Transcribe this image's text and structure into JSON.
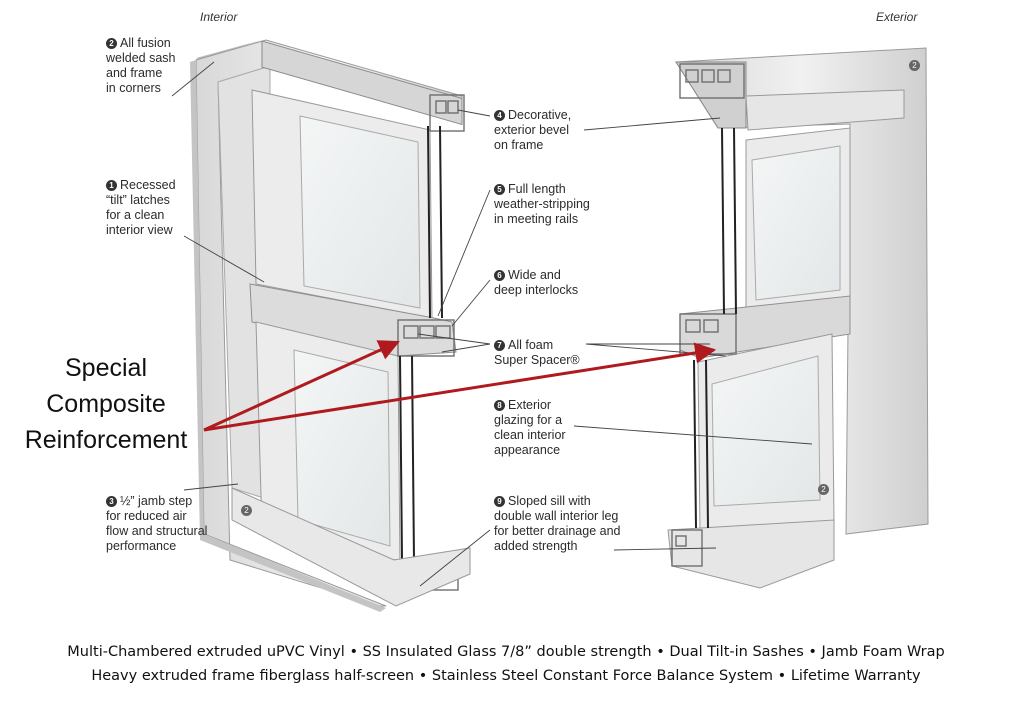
{
  "headers": {
    "interior": "Interior",
    "exterior": "Exterior"
  },
  "labels": [
    {
      "id": "2",
      "lines": [
        "All fusion",
        "welded sash",
        "and frame",
        "in corners"
      ]
    },
    {
      "id": "1",
      "lines": [
        "Recessed",
        "“tilt” latches",
        "for a clean",
        "interior view"
      ]
    },
    {
      "id": "3",
      "lines": [
        "½” jamb step",
        "for reduced air",
        "flow and structural",
        "performance"
      ]
    },
    {
      "id": "4",
      "lines": [
        "Decorative,",
        "exterior bevel",
        "on frame"
      ]
    },
    {
      "id": "5",
      "lines": [
        "Full length",
        "weather-stripping",
        "in meeting rails"
      ]
    },
    {
      "id": "6",
      "lines": [
        "Wide and",
        "deep interlocks"
      ]
    },
    {
      "id": "7",
      "lines": [
        "All foam",
        "Super Spacer®"
      ]
    },
    {
      "id": "8",
      "lines": [
        "Exterior",
        "glazing for a",
        "clean interior",
        "appearance"
      ]
    },
    {
      "id": "9",
      "lines": [
        "Sloped sill with",
        "double wall interior leg",
        "for better drainage and",
        "added strength"
      ]
    }
  ],
  "frame_badges": [
    "2",
    "2",
    "2"
  ],
  "callout": {
    "lines": [
      "Special",
      "Composite",
      "Reinforcement"
    ],
    "arrow_color": "#b0191e"
  },
  "footer": {
    "line1": "Multi-Chambered extruded uPVC Vinyl • SS Insulated Glass 7/8” double strength • Dual Tilt-in Sashes • Jamb Foam Wrap",
    "line2": "Heavy extruded frame fiberglass half-screen • Stainless Steel Constant Force Balance System • Lifetime Warranty"
  }
}
